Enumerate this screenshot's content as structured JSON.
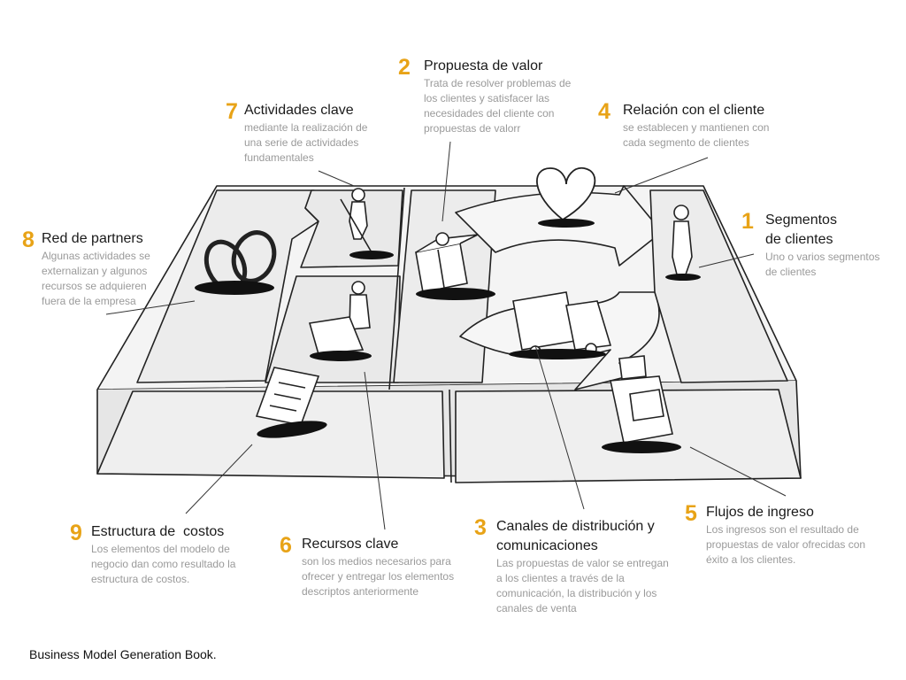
{
  "accent_color": "#E8A317",
  "blocks": [
    {
      "id": "propuesta",
      "number": "2",
      "title": "Propuesta de valor",
      "desc": "Trata de resolver problemas de los clientes y satisfacer las necesidades del cliente con propuestas de valorr"
    },
    {
      "id": "actividades",
      "number": "7",
      "title": "Actividades clave",
      "desc": "mediante la realización de una serie de actividades fundamentales"
    },
    {
      "id": "relacion",
      "number": "4",
      "title": "Relación con el cliente",
      "desc": "se establecen y mantienen con cada segmento de clientes"
    },
    {
      "id": "segmentos",
      "number": "1",
      "title": "Segmentos de clientes",
      "desc": "Uno o varios segmentos de clientes"
    },
    {
      "id": "partners",
      "number": "8",
      "title": "Red de partners",
      "desc": "Algunas actividades se externalizan y algunos recursos se adquieren fuera de la empresa"
    },
    {
      "id": "flujos",
      "number": "5",
      "title": "Flujos de ingreso",
      "desc": "Los ingresos son el resultado de propuestas de valor ofrecidas con éxito a los clientes."
    },
    {
      "id": "canales",
      "number": "3",
      "title": "Canales de distribución y comunicaciones",
      "desc": "Las propuestas de valor se entregan a los clientes a través de la comunicación, la distribución y los canales de venta"
    },
    {
      "id": "costos",
      "number": "9",
      "title": "Estructura de  costos",
      "desc": "Los elementos del modelo de negocio dan como resultado la estructura de costos."
    },
    {
      "id": "recursos",
      "number": "6",
      "title": "Recursos clave",
      "desc": "son los medios necesarios para ofrecer y entregar los elementos descriptos anteriormente"
    }
  ],
  "footer": "Business Model Generation Book."
}
